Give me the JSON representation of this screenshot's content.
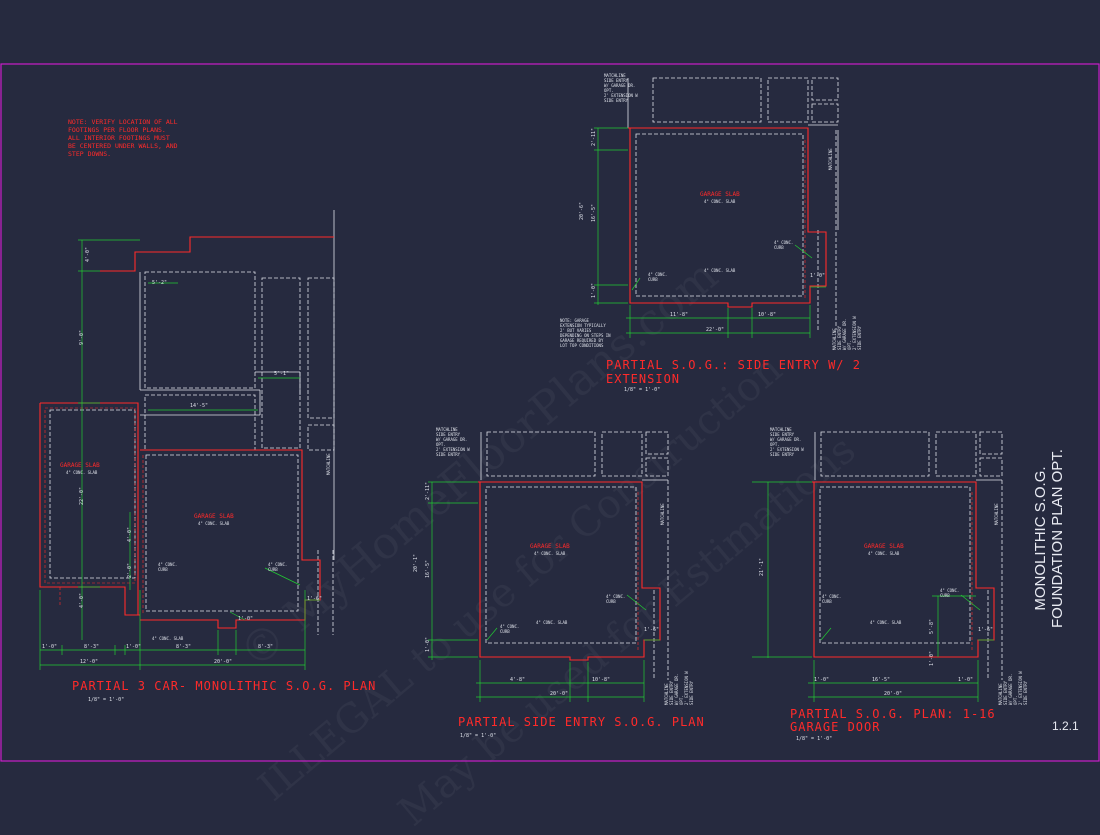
{
  "sheet": {
    "note_general": "NOTE: VERIFY LOCATION OF ALL\nFOOTINGS PER FLOOR PLANS.\nALL INTERIOR FOOTINGS MUST\nBE CENTERED UNDER WALLS, AND\nSTEP DOWNS.",
    "sheet_title": "MONOLITHIC S.O.G.\nFOUNDATION PLAN OPT.",
    "page_number": "1.2.1",
    "watermark_1": "© MyHomeFloorPlans.com",
    "watermark_2": "ILLEGAL to use for Construction",
    "watermark_3": "May be used for Estimations",
    "colors": {
      "background": "#262a3f",
      "border": "#c81ec8",
      "foundation": "#ff2a2a",
      "dimension": "#22cc33",
      "wall": "#dfe2ea"
    }
  },
  "plans": {
    "three_car": {
      "title": "PARTIAL 3 CAR- MONOLITHIC S.O.G. PLAN",
      "scale": "1/8\" = 1'-0\"",
      "slab_left": "GARAGE SLAB",
      "slab_left_sub": "4\" CONC. SLAB",
      "slab_main": "GARAGE SLAB",
      "slab_main_sub": "4\" CONC. SLAB",
      "curb_1": "4\" CONC.\nCURB",
      "curb_2": "4\" CONC.\nCURB",
      "slab_bottom": "4\" CONC. SLAB",
      "dims": [
        "4'-0\"",
        "5'-2\"",
        "9'-0\"",
        "14'-5\"",
        "5'-1\"",
        "22'-0\"",
        "4'-0\"",
        "2'-0\"",
        "4'-0\"",
        "1'-0\"",
        "1'-0\"",
        "8'-3\"",
        "8'-3\"",
        "8'-3\"",
        "12'-0\"",
        "20'-0\"",
        "1'-6\"",
        "1'-0\""
      ],
      "matchline": "MATCHLINE"
    },
    "side_entry_ext": {
      "title": "PARTIAL S.O.G.: SIDE ENTRY W/ 2\nEXTENSION",
      "scale": "1/8\" = 1'-0\"",
      "slab": "GARAGE SLAB",
      "slab_sub": "4\" CONC. SLAB",
      "curb_1": "4\" CONC.\nCURB",
      "curb_2": "4\" CONC.\nCURB",
      "slab_bottom": "4\" CONC. SLAB",
      "note": "NOTE: GARAGE\nEXTENSION TYPICALLY\n2' BUT VARIES\nDEPENDING ON STEPS IN\nGARAGE REQUIRED BY\nLOT TOP CONDITIONS",
      "match_note": "MATCHLINE\nSIDE ENTRY\nW/ GARAGE DR.\nOPT.\n2' EXTENSION W\nSIDE ENTRY",
      "dims": [
        "2'-11\"",
        "20'-6\"",
        "16'-5\"",
        "1'-0\"",
        "11'-8\"",
        "10'-8\"",
        "22'-0\"",
        "1'-0\""
      ],
      "matchline": "MATCHLINE"
    },
    "side_entry": {
      "title": "PARTIAL SIDE ENTRY S.O.G. PLAN",
      "scale": "1/8\" = 1'-0\"",
      "slab": "GARAGE SLAB",
      "slab_sub": "4\" CONC. SLAB",
      "curb_1": "4\" CONC.\nCURB",
      "curb_2": "4\" CONC.\nCURB",
      "slab_bottom": "4\" CONC. SLAB",
      "match_note": "MATCHLINE\nSIDE ENTRY\nW/ GARAGE DR.\nOPT.\n2' EXTENSION W\nSIDE ENTRY",
      "dims": [
        "2'-11\"",
        "20'-1\"",
        "16'-5\"",
        "1'-0\"",
        "4'-8\"",
        "10'-8\"",
        "20'-0\"",
        "1'-6\""
      ],
      "matchline": "MATCHLINE"
    },
    "sixteen_door": {
      "title": "PARTIAL S.O.G. PLAN: 1-16\nGARAGE DOOR",
      "scale": "1/8\" = 1'-0\"",
      "slab": "GARAGE SLAB",
      "slab_sub": "4\" CONC. SLAB",
      "curb_1": "4\" CONC.\nCURB",
      "curb_2": "4\" CONC.\nCURB",
      "slab_bottom": "4\" CONC. SLAB",
      "match_note": "MATCHLINE\nSIDE ENTRY\nW/ GARAGE DR.\nOPT.\n2' EXTENSION W\nSIDE ENTRY",
      "dims": [
        "21'-1\"",
        "5'-8\"",
        "1'-0\"",
        "16'-5\"",
        "1'-0\"",
        "20'-0\"",
        "1'-6\"",
        "1'-0\""
      ],
      "matchline": "MATCHLINE"
    }
  }
}
